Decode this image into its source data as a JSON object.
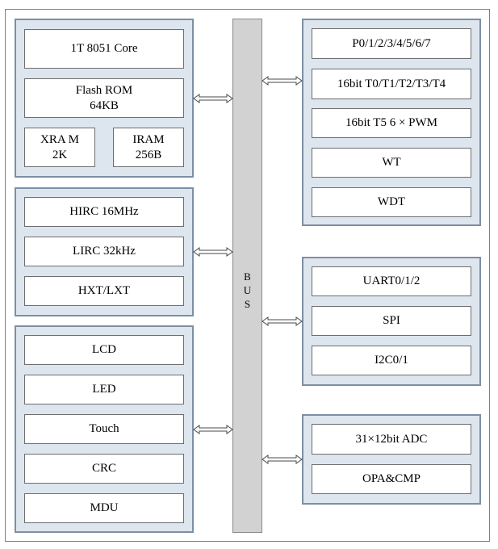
{
  "bus": {
    "letters": [
      "B",
      "U",
      "S"
    ]
  },
  "left": {
    "core_group": {
      "core": "1T 8051 Core",
      "flash": "Flash ROM\n64KB",
      "xram": "XRA M\n2K",
      "iram": "IRAM\n256B"
    },
    "clock_group": {
      "hirc": "HIRC 16MHz",
      "lirc": "LIRC 32kHz",
      "hxt": "HXT/LXT"
    },
    "periph_group": {
      "lcd": "LCD",
      "led": "LED",
      "touch": "Touch",
      "crc": "CRC",
      "mdu": "MDU"
    }
  },
  "right": {
    "io_group": {
      "ports": "P0/1/2/3/4/5/6/7",
      "timers": "16bit  T0/T1/T2/T3/T4",
      "pwm": "16bit T5   6 × PWM",
      "wt": "WT",
      "wdt": "WDT"
    },
    "comm_group": {
      "uart": "UART0/1/2",
      "spi": "SPI",
      "i2c": "I2C0/1"
    },
    "analog_group": {
      "adc": "31×12bit ADC",
      "opa": "OPA&CMP"
    }
  }
}
